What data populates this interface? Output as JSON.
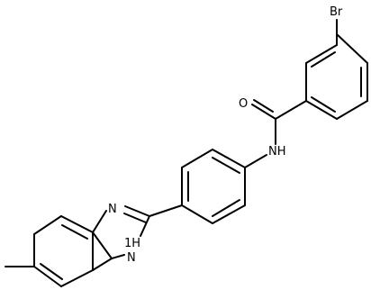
{
  "molecule": {
    "atoms": {
      "br": "Br",
      "o": "O",
      "nh_amide": "NH",
      "n_imidazole": "N",
      "nh_imidazole": "1H",
      "n_imidazole_h": "N"
    }
  }
}
